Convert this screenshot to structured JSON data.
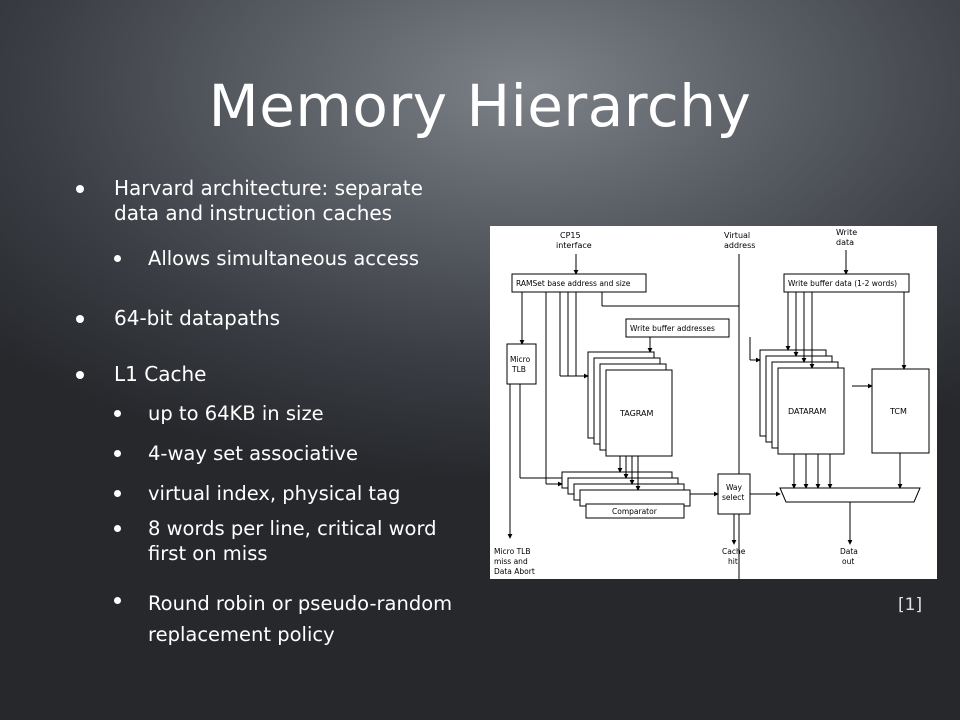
{
  "slide": {
    "title": "Memory Hierarchy",
    "citation": "[1]",
    "bullets": {
      "harvard_line1": "Harvard architecture: separate",
      "harvard_line2": "data and instruction caches",
      "simultaneous": "Allows simultaneous access",
      "datapaths": "64-bit datapaths",
      "l1": "L1 Cache",
      "size": "up to 64KB in size",
      "assoc": "4-way set associative",
      "index": "virtual index, physical tag",
      "words_line1": "8 words per line, critical word",
      "words_line2": "first on miss",
      "robin_line1": "Round robin or pseudo-random",
      "robin_line2": "replacement policy"
    }
  },
  "diagram": {
    "cp15_l1": "CP15",
    "cp15_l2": "interface",
    "virtual_l1": "Virtual",
    "virtual_l2": "address",
    "write_l1": "Write",
    "write_l2": "data",
    "ramset": "RAMSet base address and size",
    "write_buffer_data": "Write buffer data (1-2 words)",
    "write_buffer_addr": "Write buffer addresses",
    "micro_tlb_l1": "Micro",
    "micro_tlb_l2": "TLB",
    "tagram": "TAGRAM",
    "dataram": "DATARAM",
    "tcm": "TCM",
    "comparator": "Comparator",
    "way_l1": "Way",
    "way_l2": "select",
    "miss_l1": "Micro TLB",
    "miss_l2": "miss and",
    "miss_l3": "Data Abort",
    "cache_l1": "Cache",
    "cache_l2": "hit",
    "out_l1": "Data",
    "out_l2": "out"
  }
}
